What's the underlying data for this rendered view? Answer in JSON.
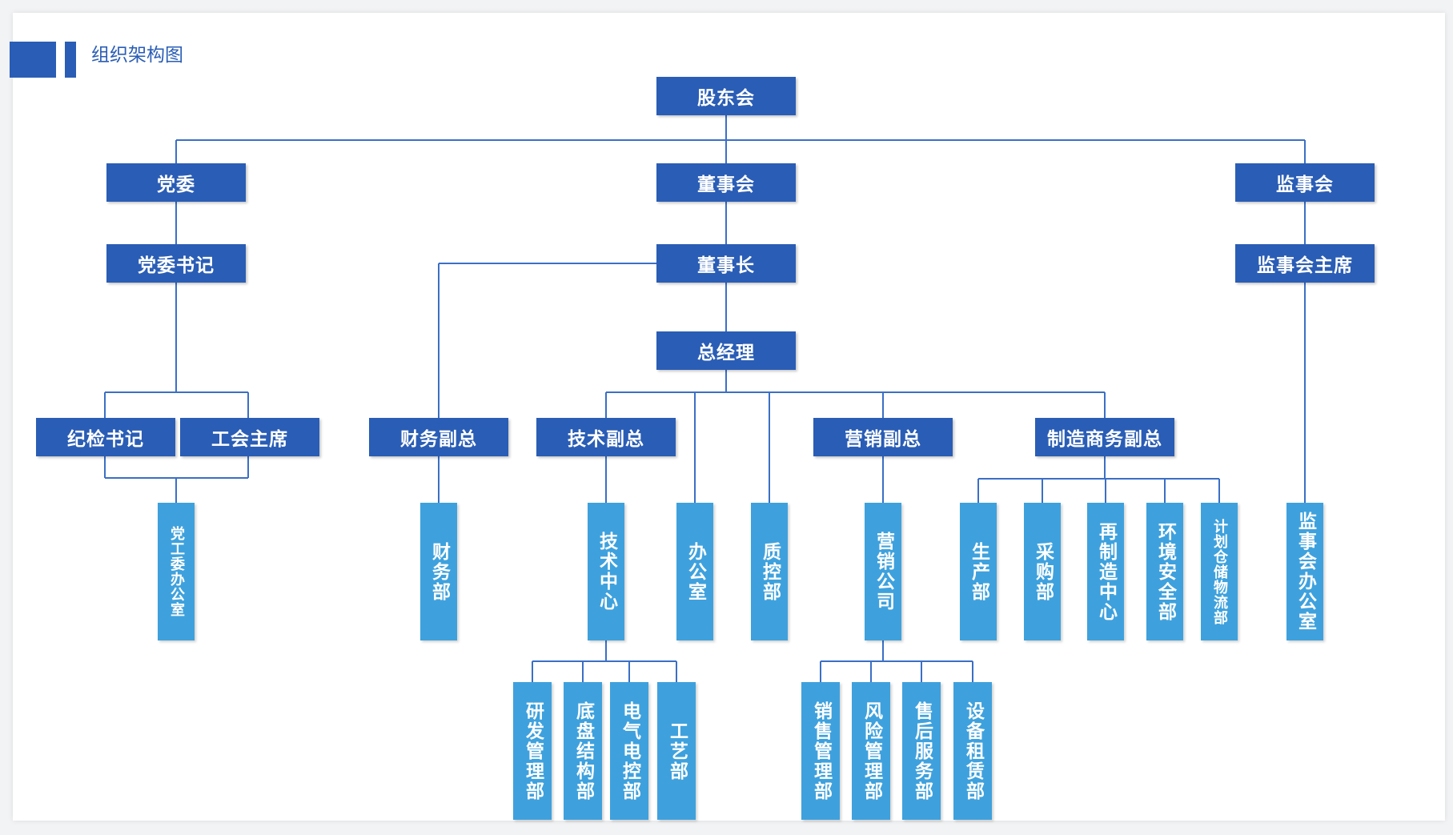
{
  "title": "组织架构图",
  "colors": {
    "header_box": "#2a5db5",
    "dept_box": "#3ea1dd",
    "line": "#3b6fc6"
  },
  "nodes": {
    "shareholders": "股东会",
    "party_committee": "党委",
    "board": "董事会",
    "supervisory_board": "监事会",
    "party_secretary": "党委书记",
    "chairman": "董事长",
    "supervisory_chair": "监事会主席",
    "general_manager": "总经理",
    "discipline_secretary": "纪检书记",
    "union_chair": "工会主席",
    "vp_finance": "财务副总",
    "vp_tech": "技术副总",
    "vp_marketing": "营销副总",
    "vp_manufacturing": "制造商务副总"
  },
  "departments": {
    "party_union_office": "党工委办公室",
    "finance_dept": "财务部",
    "tech_center": "技术中心",
    "office": "办公室",
    "qc_dept": "质控部",
    "marketing_company": "营销公司",
    "production_dept": "生产部",
    "purchasing_dept": "采购部",
    "reman_center": "再制造中心",
    "ehs_dept": "环境安全部",
    "planning_logistics": "计划仓储物流部",
    "supervisory_office": "监事会办公室",
    "rd_mgmt": "研发管理部",
    "chassis_dept": "底盘结构部",
    "electrical_dept": "电气电控部",
    "process_dept": "工艺部",
    "sales_mgmt": "销售管理部",
    "risk_mgmt": "风险管理部",
    "after_sales": "售后服务部",
    "equipment_leasing": "设备租赁部"
  }
}
